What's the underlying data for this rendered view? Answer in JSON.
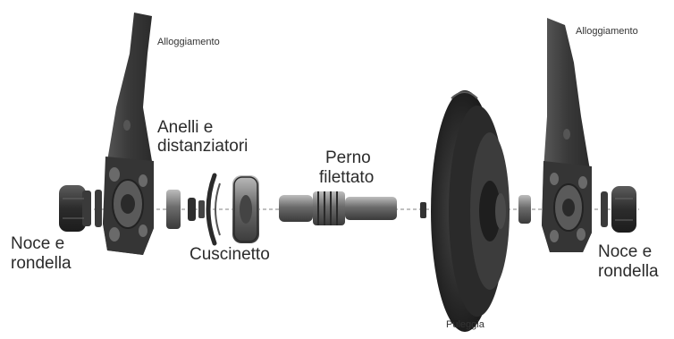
{
  "labels": {
    "housing_left": "Alloggiamento",
    "housing_right": "Alloggiamento",
    "rings_line1": "Anelli e",
    "rings_line2": "distanziatori",
    "pin_line1": "Perno",
    "pin_line2": "filettato",
    "nut_left_line1": "Noce e",
    "nut_left_line2": "rondella",
    "bearing": "Cuscinetto",
    "nut_right_line1": "Noce e",
    "nut_right_line2": "rondella",
    "pulley": "Puleggia"
  },
  "colors": {
    "part_dark": "#2f2f2f",
    "part_mid": "#4a4a4a",
    "part_light": "#8a8a8a",
    "axis_line": "#9a9a9a"
  }
}
